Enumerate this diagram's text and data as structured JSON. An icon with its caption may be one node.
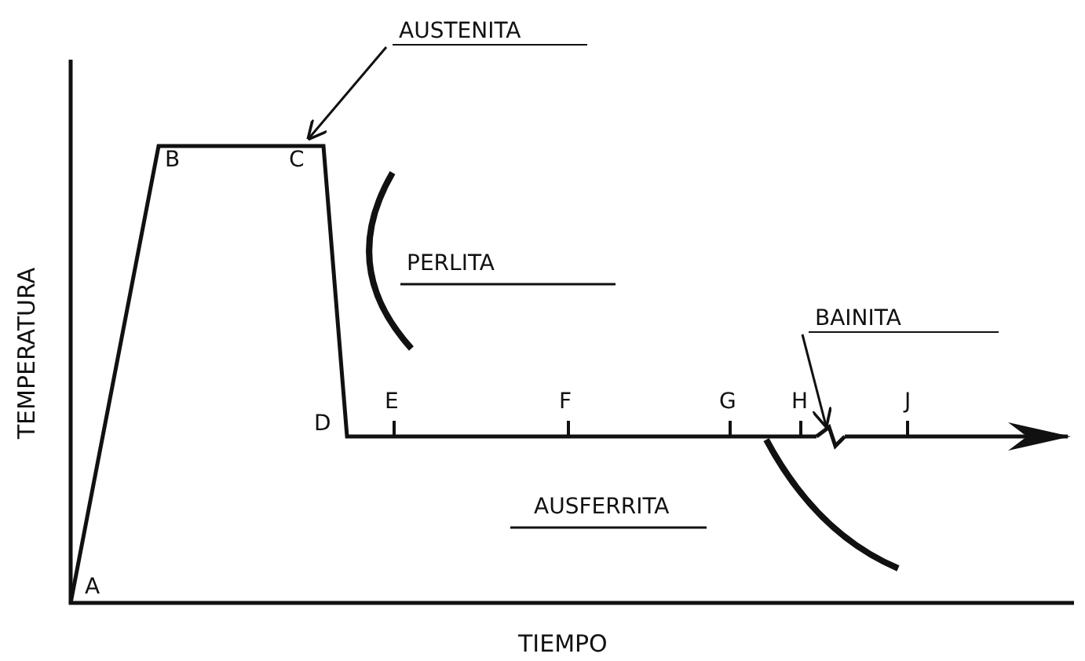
{
  "diagram": {
    "nodes": [
      {
        "text": [
          "AUSTENITA"
        ]
      },
      {
        "text": [
          "C"
        ]
      },
      {
        "text": [
          "BAINITA"
        ]
      },
      {
        "text": [],
        "shape": "zigzag"
      }
    ],
    "edges": [
      {
        "from": 0,
        "to": 1,
        "arrow": "to"
      },
      {
        "from": 2,
        "to": 3,
        "arrow": "to"
      }
    ],
    "labels": [
      "A",
      "B",
      "D",
      "E",
      "F",
      "G",
      "H",
      "J",
      "PERLITA",
      "AUSFERRITA",
      "TEMPERATURA",
      "TIEMPO"
    ]
  }
}
